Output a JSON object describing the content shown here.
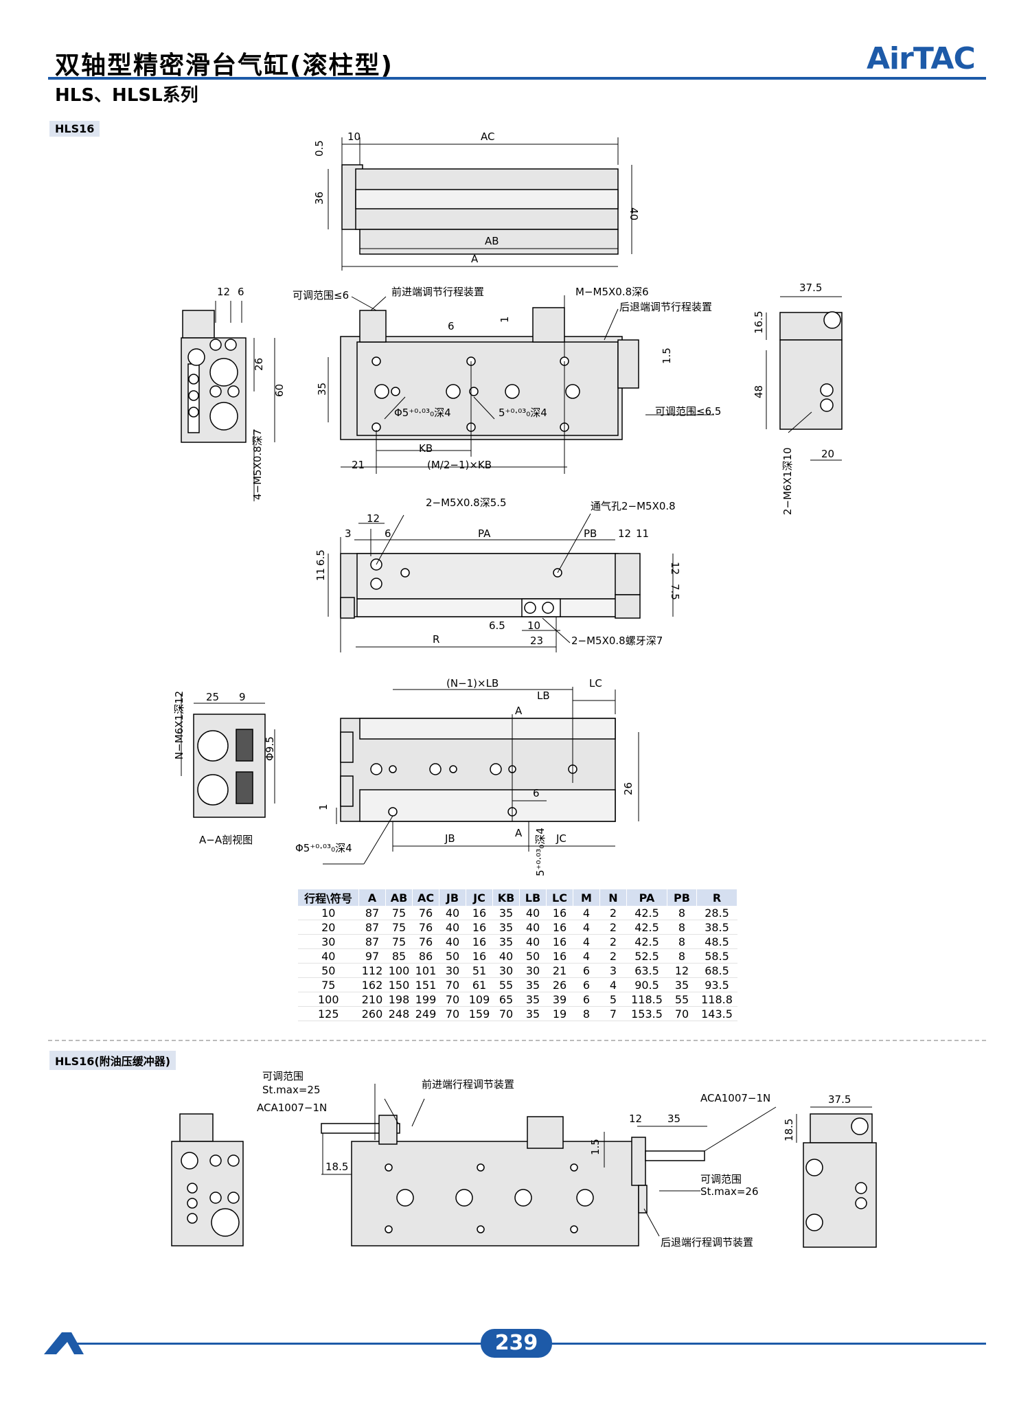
{
  "header": {
    "title": "双轴型精密滑台气缸(滚柱型)",
    "subtitle": "HLS、HLSL系列",
    "brand": "AirTAC"
  },
  "sections": {
    "hls16": "HLS16",
    "hls16_buffer": "HLS16(附油压缓冲器)"
  },
  "drawing_labels": {
    "top": {
      "d10": "10",
      "ac": "AC",
      "d05": "0.5",
      "d36": "36",
      "d40": "40",
      "ab": "AB",
      "a": "A"
    },
    "front": {
      "range6": "可调范围≤6",
      "front_adj": "前进端调节行程装置",
      "m_tap": "M−M5X0.8深6",
      "rear_adj": "后退端调节行程装置",
      "d6": "6",
      "d1": "1",
      "d15": "1.5",
      "d35": "35",
      "hole1": "Φ5⁺⁰·⁰³₀深4",
      "hole2": "5⁺⁰·⁰³₀深4",
      "range65": "可调范围≤6.5",
      "kb": "KB",
      "d21": "21",
      "mkb": "(M/2−1)×KB"
    },
    "left": {
      "d12": "12",
      "d6": "6",
      "d26": "26",
      "d60": "60",
      "tap4": "4−M5X0.8深7"
    },
    "right": {
      "d375": "37.5",
      "d165": "16.5",
      "d48": "48",
      "d20": "20",
      "tap2": "2−M6X1深10"
    },
    "bottom": {
      "tap55": "2−M5X0.8深5.5",
      "vent": "通气孔2−M5X0.8",
      "d12": "12",
      "d3": "3",
      "d6": "6",
      "pa": "PA",
      "pb": "PB",
      "d12b": "12",
      "d11": "11",
      "d116": "11",
      "d65": "6.5",
      "d12c": "12",
      "d75": "7.5",
      "d65b": "6.5",
      "d10": "10",
      "r": "R",
      "d23": "23",
      "tap7": "2−M5X0.8螺牙深7"
    },
    "section": {
      "n_tap": "N−M6X1深12",
      "d25": "25",
      "d9": "9",
      "d95": "Φ9.5",
      "caption": "A−A剖视图"
    },
    "side": {
      "nlb": "(N−1)×LB",
      "lb": "LB",
      "lc": "LC",
      "a1": "A",
      "d26": "26",
      "d6": "6",
      "d1": "1",
      "hole": "Φ5⁺⁰·⁰³₀深4",
      "jb": "JB",
      "a2": "A",
      "jc": "JC",
      "depth": "5⁺⁰·⁰³₀深4"
    },
    "buffer": {
      "range25a": "可调范围",
      "range25b": "St.max=25",
      "aca1": "ACA1007−1N",
      "front_adj": "前进端行程调节装置",
      "aca2": "ACA1007−1N",
      "d12": "12",
      "d35": "35",
      "d15": "1.5",
      "d185": "18.5",
      "range26a": "可调范围",
      "range26b": "St.max=26",
      "rear_adj": "后退端行程调节装置",
      "d375": "37.5",
      "d185b": "18.5"
    }
  },
  "table": {
    "headers": [
      "行程\\符号",
      "A",
      "AB",
      "AC",
      "JB",
      "JC",
      "KB",
      "LB",
      "LC",
      "M",
      "N",
      "PA",
      "PB",
      "R"
    ],
    "rows": [
      [
        "10",
        "87",
        "75",
        "76",
        "40",
        "16",
        "35",
        "40",
        "16",
        "4",
        "2",
        "42.5",
        "8",
        "28.5"
      ],
      [
        "20",
        "87",
        "75",
        "76",
        "40",
        "16",
        "35",
        "40",
        "16",
        "4",
        "2",
        "42.5",
        "8",
        "38.5"
      ],
      [
        "30",
        "87",
        "75",
        "76",
        "40",
        "16",
        "35",
        "40",
        "16",
        "4",
        "2",
        "42.5",
        "8",
        "48.5"
      ],
      [
        "40",
        "97",
        "85",
        "86",
        "50",
        "16",
        "40",
        "50",
        "16",
        "4",
        "2",
        "52.5",
        "8",
        "58.5"
      ],
      [
        "50",
        "112",
        "100",
        "101",
        "30",
        "51",
        "30",
        "30",
        "21",
        "6",
        "3",
        "63.5",
        "12",
        "68.5"
      ],
      [
        "75",
        "162",
        "150",
        "151",
        "70",
        "61",
        "55",
        "35",
        "26",
        "6",
        "4",
        "90.5",
        "35",
        "93.5"
      ],
      [
        "100",
        "210",
        "198",
        "199",
        "70",
        "109",
        "65",
        "35",
        "39",
        "6",
        "5",
        "118.5",
        "55",
        "118.8"
      ],
      [
        "125",
        "260",
        "248",
        "249",
        "70",
        "159",
        "70",
        "35",
        "19",
        "8",
        "7",
        "153.5",
        "70",
        "143.5"
      ]
    ]
  },
  "footer": {
    "page": "239"
  },
  "colors": {
    "brand": "#1d5aa8",
    "body": "#e6e6e6"
  }
}
